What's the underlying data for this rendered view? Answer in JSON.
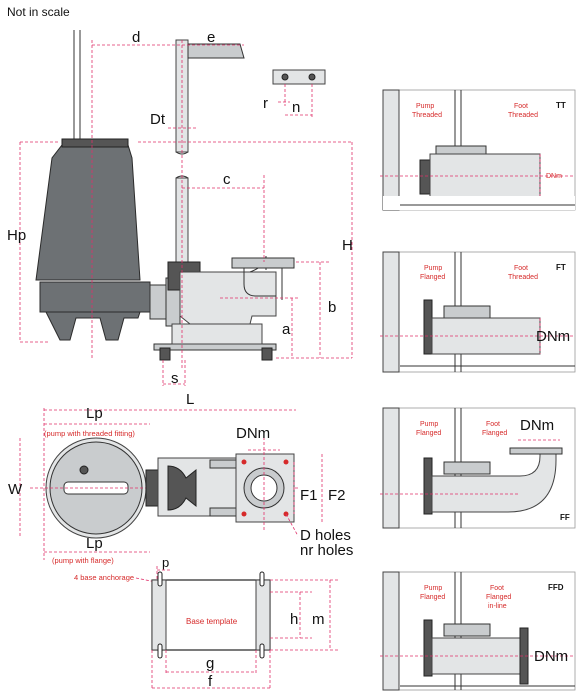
{
  "note": "Not in scale",
  "dims": {
    "d": "d",
    "e": "e",
    "r": "r",
    "n": "n",
    "Dt": "Dt",
    "c": "c",
    "Hp": "Hp",
    "H": "H",
    "b": "b",
    "a": "a",
    "s": "s",
    "L": "L",
    "Lp_top": "Lp",
    "Lp_bottom": "Lp",
    "W": "W",
    "DNm": "DNm",
    "F1": "F1",
    "F2": "F2",
    "D_holes": "D holes",
    "nr_holes": "nr holes",
    "p": "p",
    "h": "h",
    "m": "m",
    "g": "g",
    "f": "f"
  },
  "captions": {
    "lp_threaded": "(pump with threaded fitting)",
    "lp_flange": "(pump with flange)",
    "base_anchorage": "4 base anchorage",
    "base_template": "Base template"
  },
  "panels": [
    {
      "code": "TT",
      "left_l1": "Pump",
      "left_l2": "Threaded",
      "right_l1": "Foot",
      "right_l2": "Threaded",
      "right_l3": "",
      "dnm": "DNm"
    },
    {
      "code": "FT",
      "left_l1": "Pump",
      "left_l2": "Flanged",
      "right_l1": "Foot",
      "right_l2": "Threaded",
      "right_l3": "",
      "dnm": "DNm"
    },
    {
      "code": "FF",
      "left_l1": "Pump",
      "left_l2": "Flanged",
      "right_l1": "Foot",
      "right_l2": "Flanged",
      "right_l3": "",
      "dnm": "DNm"
    },
    {
      "code": "FFD",
      "left_l1": "Pump",
      "left_l2": "Flanged",
      "right_l1": "Foot",
      "right_l2": "Flanged",
      "right_l3": "in-line",
      "dnm": "DNm"
    }
  ],
  "colors": {
    "dimension_line": "#e0306a",
    "label_red": "#d62a2a",
    "pump_body": "#6d7174"
  }
}
